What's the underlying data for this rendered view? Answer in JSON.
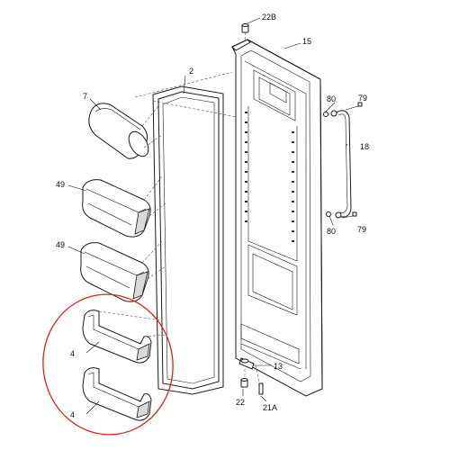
{
  "callouts": {
    "c22b": "22B",
    "c15": "15",
    "c2": "2",
    "c7": "7",
    "c80a": "80",
    "c79a": "79",
    "c18": "18",
    "c49a": "49",
    "c49b": "49",
    "c80b": "80",
    "c79b": "79",
    "c4a": "4",
    "c13": "13",
    "c4b": "4",
    "c22": "22",
    "c21a": "21A"
  },
  "colors": {
    "highlight_circle": "#e02020",
    "line": "#1a1a1a",
    "background": "#ffffff"
  }
}
